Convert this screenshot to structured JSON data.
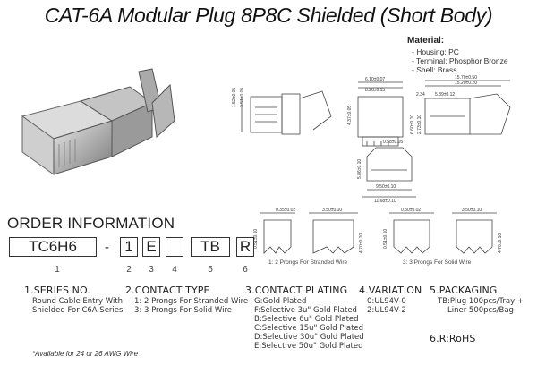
{
  "title": "CAT-6A Modular Plug 8P8C Shielded (Short Body)",
  "material": {
    "heading": "Material:",
    "lines": [
      "- Housing: PC",
      "- Terminal: Phosphor Bronze",
      "- Shell: Brass"
    ]
  },
  "order_information": {
    "heading": "ORDER INFORMATION",
    "codes": [
      "TC6H6",
      "1",
      "E",
      "",
      "TB",
      "R"
    ],
    "dash": "-",
    "numbers": [
      "1",
      "2",
      "3",
      "4",
      "5",
      "6"
    ]
  },
  "sections": {
    "series": {
      "heading": "1.SERIES NO.",
      "lines": [
        "Round Cable Entry With",
        "Shielded For C6A Series"
      ]
    },
    "contact_type": {
      "heading": "2.CONTACT TYPE",
      "lines": [
        "1: 2 Prongs For Stranded Wire",
        "3: 3 Prongs For Solid Wire"
      ]
    },
    "contact_plating": {
      "heading": "3.CONTACT PLATING",
      "lines": [
        "G:Gold Plated",
        "F:Selective 3u\" Gold Plated",
        "B:Selective 6u\" Gold Plated",
        "C:Selective 15u\" Gold Plated",
        "D:Selective 30u\" Gold Plated",
        "E:Selective 50u\" Gold Plated"
      ]
    },
    "variation": {
      "heading": "4.VARIATION",
      "lines": [
        "0:UL94V-0",
        "2:UL94V-2"
      ]
    },
    "packaging": {
      "heading": "5.PACKAGING",
      "lines": [
        "TB:Plug 100pcs/Tray +",
        "Liner 500pcs/Bag"
      ]
    },
    "rohs": {
      "heading": "6.R:RoHS"
    }
  },
  "note": "*Available for 24 or 26 AWG Wire",
  "prong_captions": [
    "1: 2 Prongs For Stranded Wire",
    "3: 3 Prongs For Solid Wire"
  ],
  "dimensions": {
    "side_h1": "1.52±0.05",
    "side_h2": "3.51±0.05",
    "front_w1": "6.10±0.07",
    "front_w2": "8.26±0.15",
    "front_h": "4.37±0.05",
    "front_w3": "0.58±0.05",
    "right_w1": "15.70±0.50",
    "right_w2": "15.20±0.20",
    "right_w3": "5.89±0.12",
    "right_w4": "2.34",
    "right_h1": "2.73±0.10",
    "right_h2": "6.60±0.10",
    "back_h": "5.86±0.10",
    "back_w1": "9.50±0.10",
    "back_w2": "11.68±0.10",
    "prong_w1": "0.35±0.02",
    "prong_w2": "3.50±0.10",
    "prong_h1": "0.51±0.10",
    "prong_h2": "4.70±0.10",
    "prong_w3": "0.30±0.02",
    "prong_w4": "3.50±0.10",
    "prong_h3": "0.51±0.10",
    "prong_h4": "4.70±0.10"
  }
}
